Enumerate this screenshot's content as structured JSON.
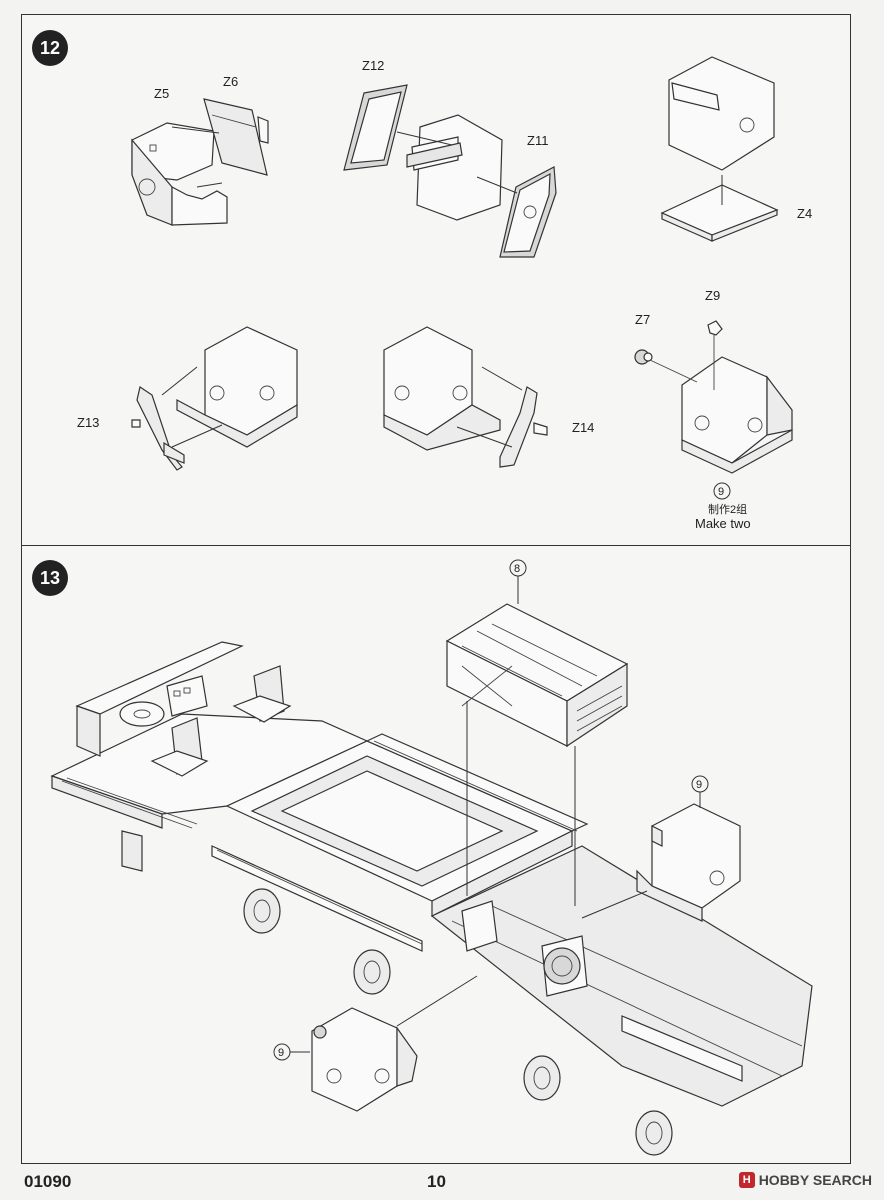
{
  "footer": {
    "product_code": "01090",
    "page_number": "10",
    "brand_text": "HOBBY SEARCH"
  },
  "step12": {
    "number": "12",
    "labels": {
      "z5": "Z5",
      "z6": "Z6",
      "z12": "Z12",
      "z11": "Z11",
      "z4": "Z4",
      "z9": "Z9",
      "z7": "Z7",
      "z13": "Z13",
      "z14": "Z14"
    },
    "sub_assembly": "9",
    "note_cn": "制作2组",
    "note_en": "Make two"
  },
  "step13": {
    "number": "13",
    "callout_box": "8",
    "callout_right": "9",
    "callout_left": "9"
  },
  "colors": {
    "line": "#333333",
    "badge": "#222222",
    "brand": "#c0282d"
  }
}
